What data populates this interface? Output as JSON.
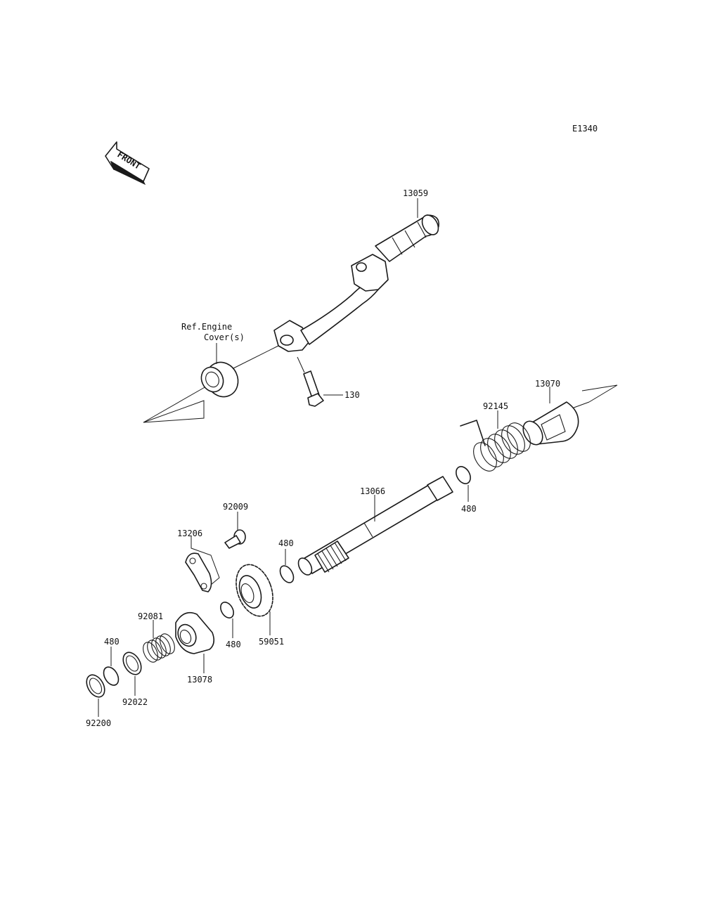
{
  "diagram_code": "E1340",
  "front_arrow_text": "FRONT",
  "ref_label": [
    "Ref.Engine",
    "Cover(s)"
  ],
  "parts": {
    "kick_pedal": "13059",
    "bolt": "130",
    "stopper_guide": "13070",
    "return_spring": "92145",
    "kick_shaft": "13066",
    "circlip_shaft_right": "480",
    "circlip_shaft_left": "480",
    "screw": "92009",
    "guide_plate": "13206",
    "kick_gear": "59051",
    "circlip_gear": "480",
    "ratchet_gear": "13078",
    "spring": "92081",
    "circlip_end": "480",
    "washer": "92022",
    "shim": "92200"
  }
}
